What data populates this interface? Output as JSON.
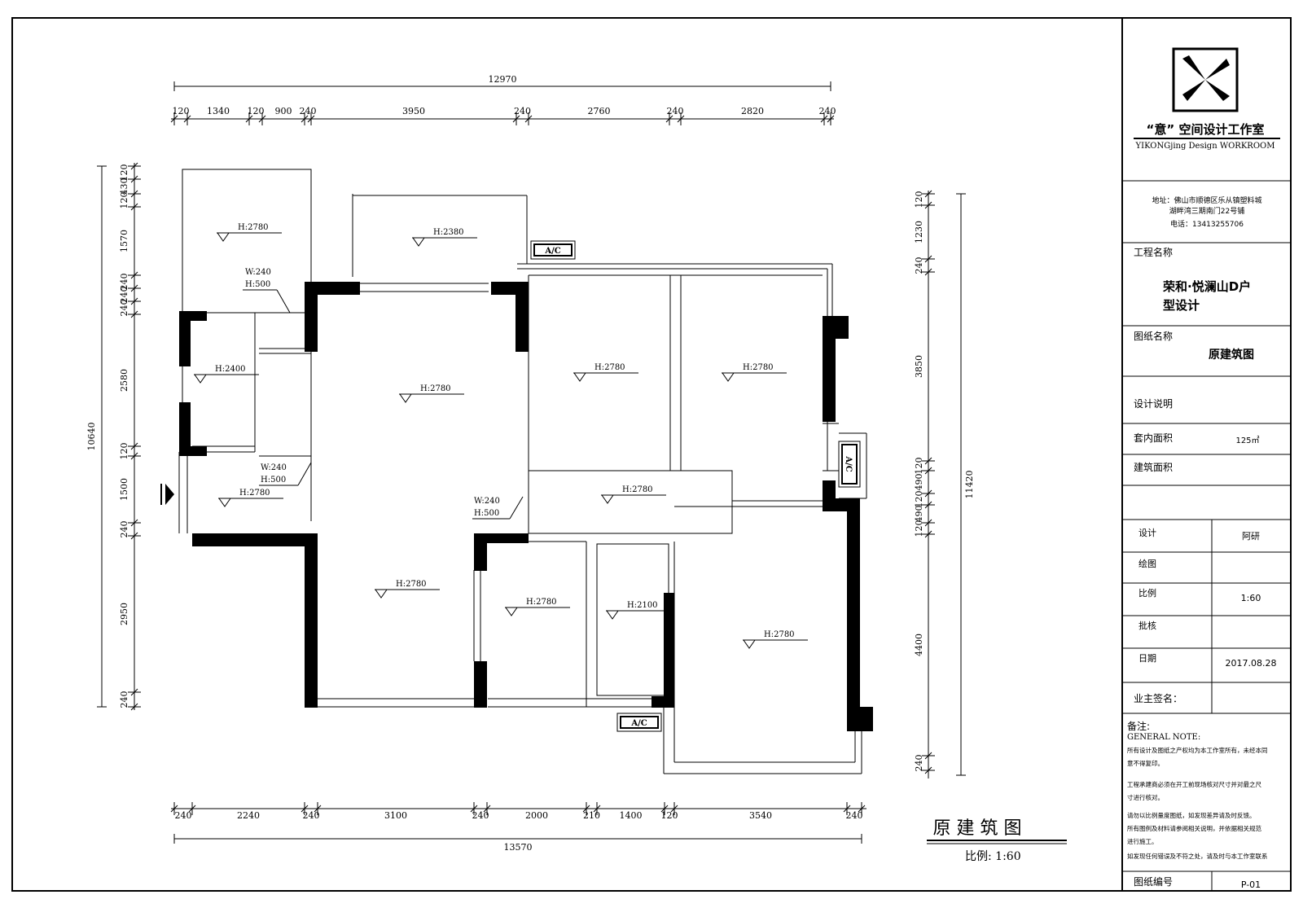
{
  "title_block": {
    "studio_name": "“意” 空间设计工作室",
    "studio_sub": "YIKONGjing   Design   WORKROOM",
    "address_line1": "地址：佛山市顺德区乐从镇塑料城",
    "address_line2": "湖畔湾三期南门22号铺",
    "phone": "电话：13413255706",
    "project_label": "工程名称",
    "project_name_1": "荣和·悦澜山D户",
    "project_name_2": "型设计",
    "drawing_label": "图纸名称",
    "drawing_name": "原建筑图",
    "design_note_label": "设计说明",
    "inner_area_label": "套内面积",
    "inner_area_value": "125㎡",
    "build_area_label": "建筑面积",
    "designer_label": "设计",
    "designer_value": "阿研",
    "drafter_label": "绘图",
    "scale_label": "比例",
    "scale_value": "1:60",
    "approve_label": "批核",
    "date_label": "日期",
    "date_value": "2017.08.28",
    "owner_sign_label": "业主签名：",
    "notes_label": "备注:",
    "notes_sub": "GENERAL NOTE:",
    "notes": [
      "所有设计及图纸之产权均为本工作室所有，未经本同",
      "意不得复印。",
      "工程承建商必须在开工前现场核对尺寸并对最之尺",
      "寸进行核对。",
      "请勿以比例量度图纸，如发现差异请及时反馈。",
      "所有图例及材料请参阅相关说明，并依据相关规范",
      "进行施工。",
      "如发现任何错误及不符之处，请及时与本工作室联系"
    ],
    "drawing_no_label": "图纸编号",
    "drawing_no_value": "P-01"
  },
  "plan": {
    "caption_title": "原 建 筑 图",
    "caption_scale": "比例: 1:60",
    "top_total": "12970",
    "top_dims": [
      "120",
      "1340",
      "120",
      "900",
      "240",
      "3950",
      "240",
      "2760",
      "240",
      "2820",
      "240"
    ],
    "bottom_dims": [
      "240",
      "2240",
      "240",
      "3100",
      "240",
      "2000",
      "210",
      "1400",
      "120",
      "3540",
      "240"
    ],
    "bottom_total": "13570",
    "left_dims": [
      "120",
      "430",
      "120",
      "1570",
      "240",
      "240",
      "240",
      "2580",
      "120",
      "1500",
      "240",
      "2950",
      "240"
    ],
    "left_total": "10640",
    "right_dims": [
      "120",
      "1230",
      "240",
      "3850",
      "120",
      "490",
      "120",
      "490",
      "120",
      "4400",
      "240"
    ],
    "right_total": "11420",
    "heights": [
      "H:2780",
      "H:2380",
      "H:2400",
      "H:2780",
      "H:2780",
      "H:2780",
      "H:2780",
      "H:2780",
      "H:2780",
      "H:2780",
      "H:2100",
      "H:2780"
    ],
    "openings": [
      [
        "W:240",
        "H:500"
      ],
      [
        "W:240",
        "H:500"
      ],
      [
        "W:240",
        "H:500"
      ]
    ],
    "ac_label": "A/C"
  }
}
